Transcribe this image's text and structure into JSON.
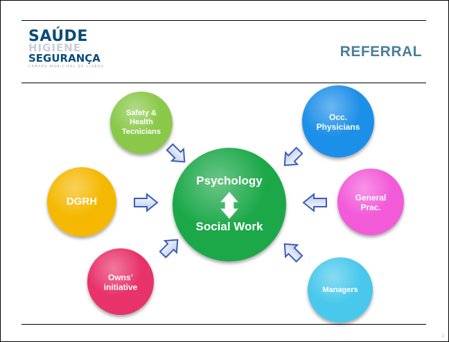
{
  "header": {
    "logo": {
      "line1": "SAÚDE",
      "line2": "HIGIENE",
      "line3": "SEGURANÇA",
      "line4": "CÂMARA MUNICIPAL DE LISBOA"
    },
    "title": "REFERRAL",
    "page_number": "1"
  },
  "center": {
    "top_label": "Psychology",
    "bottom_label": "Social Work",
    "color": "#1ea84a"
  },
  "sources": [
    {
      "id": "safety",
      "label": "Safety &\nHealth\nTecnicians",
      "color": "#8ac84a"
    },
    {
      "id": "dgrh",
      "label": "DGRH",
      "color": "#f5b800"
    },
    {
      "id": "owns",
      "label": "Owns’\ninitiative",
      "color": "#e8336a"
    },
    {
      "id": "occ",
      "label": "Occ.\nPhysicians",
      "color": "#1a8fe8"
    },
    {
      "id": "general",
      "label": "General\nPrac.",
      "color": "#f25ad8"
    },
    {
      "id": "managers",
      "label": "Managers",
      "color": "#4ac8ec"
    }
  ],
  "arrow_color": "#3a5cb8"
}
